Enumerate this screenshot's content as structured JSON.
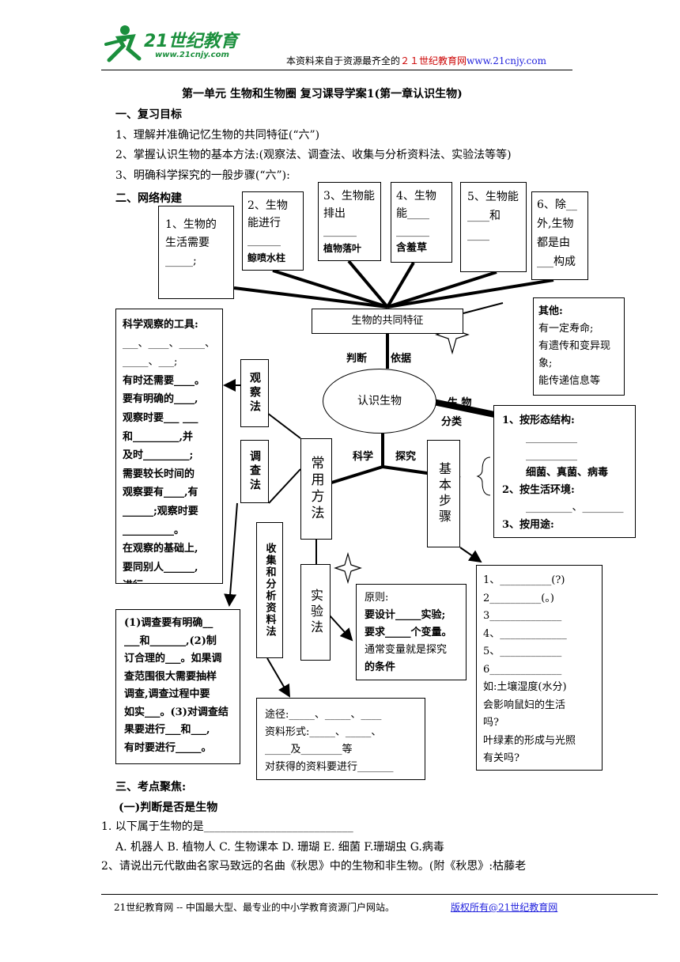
{
  "header": {
    "logo_main": "21世纪教育",
    "logo_url": "www.21cnjy.com",
    "notice_prefix": "本资料来自于资源最齐全的",
    "notice_site": "２１世纪教育网",
    "notice_url": "www.21cnjy.com"
  },
  "title": "第一单元 生物和生物圈 复习课导学案1(第一章认识生物)",
  "section1": {
    "heading": "一、复习目标",
    "items": [
      "1、理解并准确记忆生物的共同特征(“六”)",
      "2、掌握认识生物的基本方法:(观察法、调查法、收集与分析资料法、实验法等等)",
      "3、明确科学探究的一般步骤(“六”):"
    ]
  },
  "section2": {
    "heading": "二、网络构建"
  },
  "diagram": {
    "traits": [
      {
        "text": "1、生物的生活需要_____;",
        "extra": ""
      },
      {
        "text": "2、生物能进行______",
        "extra": "鲸喷水柱"
      },
      {
        "text": "3、生物能排出______",
        "extra": "植物落叶"
      },
      {
        "text": "4、生物能____ ______",
        "extra": "含羞草"
      },
      {
        "text": "5、生物能 ____和____",
        "extra": ""
      },
      {
        "text": "6、除__外,生物都是由___构成",
        "extra": ""
      }
    ],
    "common": "生物的共同特征",
    "judge_label1": "判断",
    "judge_label2": "依据",
    "center": "认识生物",
    "classify1": "生 物",
    "classify2": "分类",
    "sci1": "科学",
    "sci2": "探究",
    "other_title": "其他:",
    "other_lines": [
      "有一定寿命;",
      "有遗传和变异现象;",
      "能传递信息等"
    ],
    "observe_tools": [
      "科学观察的工具:",
      "___、____、_____、_____、___;",
      "有时还需要____。",
      "要有明确的____,",
      "观察时要___ ___",
      "和_________,并",
      "及时_________;",
      "需要较长时间的",
      "观察要有____,有",
      "______;观察时要",
      "__________。",
      "在观察的基础上,",
      "要同别人______,",
      "进行_______。"
    ],
    "method_observe": "观察法",
    "method_survey": "调查法",
    "method_common": "常用方法",
    "method_collect": "收集和分析资料法",
    "method_experiment": "实验法",
    "steps_label": "基本步骤",
    "classify_items": [
      "1、按形态结构:",
      "__________",
      "__________",
      "细菌、真菌、病毒",
      "2、按生活环境:",
      "_________、________",
      "3、按用途:"
    ],
    "survey_text": [
      "(1)调查要有明确__",
      "___和_______,(2)制",
      "订合理的___。如果调",
      "查范围很大需要抽样",
      "调查,调查过程中要",
      "如实___。(3)对调查结",
      "果要进行___和___,",
      "有时要进行_____。"
    ],
    "experiment_text": [
      "原则:",
      "要设计_____实验;",
      "要求_____个变量。",
      "通常变量就是探究",
      "的条件"
    ],
    "collect_text": [
      "途径:_____、_____、____",
      "资料形式:_____、_____、",
      "_____及________等",
      "对获得的资料要进行_______"
    ],
    "steps_list": [
      "1、__________(?)",
      "2__________(。)",
      "3______________",
      "4、_____________",
      "5、____________",
      "6______________",
      "如:土壤湿度(水分)",
      "会影响鼠妇的生活",
      "吗?",
      "叶绿素的形成与光照",
      "有关吗?"
    ]
  },
  "section3": {
    "heading": "三、考点聚焦:",
    "sub": "(一)判断是否是生物"
  },
  "q1": {
    "stem": "1. 以下属于生物的是___________________________",
    "options": "A. 机器人 B. 植物人 C. 生物课本 D. 珊瑚 E. 细菌 F.珊瑚虫 G.病毒"
  },
  "q2": {
    "stem": "2、请说出元代散曲名家马致远的名曲《秋思》中的生物和非生物。(附《秋思》:枯藤老"
  },
  "footer": {
    "left": "21世纪教育网 -- 中国最大型、最专业的中小学教育资源门户网站。",
    "right": "版权所有@21世纪教育网"
  }
}
